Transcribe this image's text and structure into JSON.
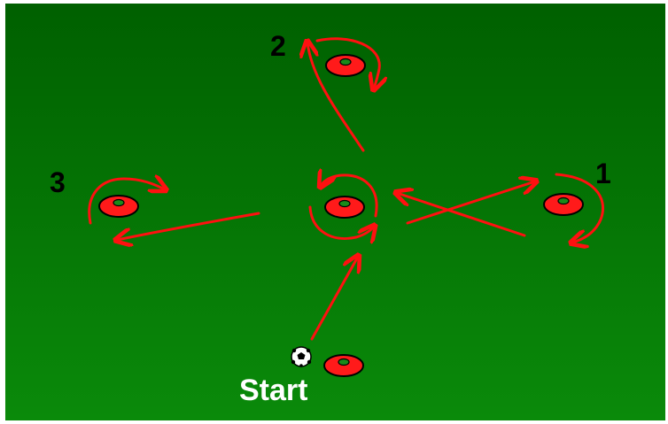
{
  "labels": {
    "one": "1",
    "two": "2",
    "three": "3",
    "start": "Start"
  },
  "colors": {
    "pitch": "#0a7a0a",
    "cone": "#ff1a1a",
    "arrow": "#ff1010"
  },
  "icons": [
    "cone-icon",
    "soccer-ball-icon",
    "arrow-icon"
  ]
}
